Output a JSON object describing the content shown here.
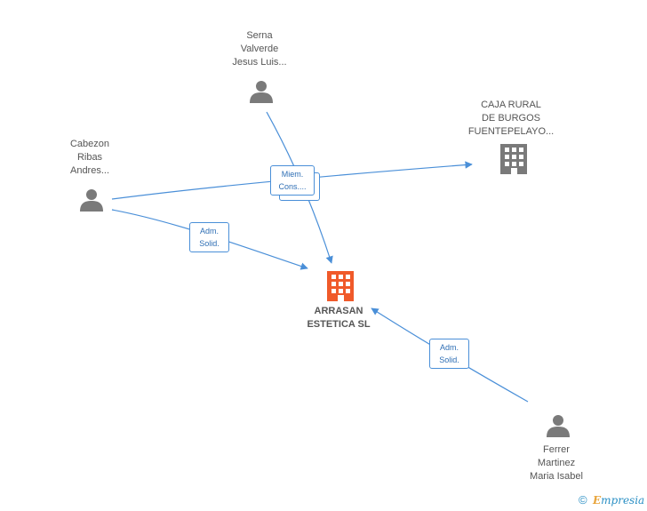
{
  "center": {
    "lines": [
      "ARRASAN",
      "ESTETICA SL"
    ]
  },
  "nodes": {
    "serna": {
      "lines": [
        "Serna",
        "Valverde",
        "Jesus Luis..."
      ]
    },
    "caja": {
      "lines": [
        "CAJA RURAL",
        "DE BURGOS",
        "FUENTEPELAYO..."
      ]
    },
    "cabezon": {
      "lines": [
        "Cabezon",
        "Ribas",
        "Andres..."
      ]
    },
    "ferrer": {
      "lines": [
        "Ferrer",
        "Martinez",
        "Maria Isabel"
      ]
    }
  },
  "edges": {
    "miem": {
      "line1": "Miem.",
      "line2": "Cons...."
    },
    "adm_left": {
      "line1": "Adm.",
      "line2": "Solid."
    },
    "adm_right": {
      "line1": "Adm.",
      "line2": "Solid."
    }
  },
  "footer": {
    "copyright": "©",
    "brand_first": "E",
    "brand_rest": "mpresia"
  },
  "colors": {
    "edge": "#4a8fd8",
    "person": "#7a7a7a",
    "building_gray": "#7a7a7a",
    "building_center": "#f05a2a"
  }
}
